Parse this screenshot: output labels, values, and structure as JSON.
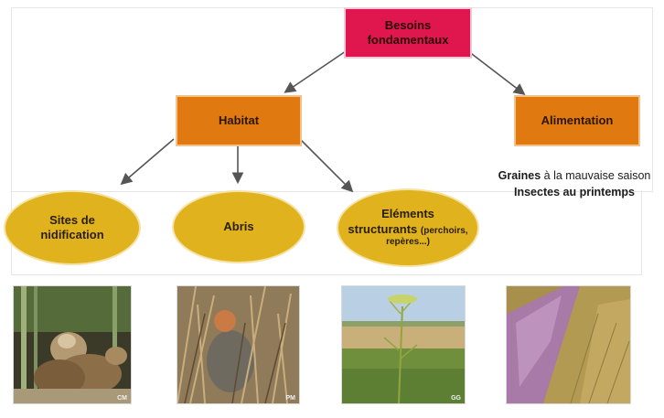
{
  "diagram": {
    "root": {
      "line1": "Besoins",
      "line2": "fondamentaux"
    },
    "habitat": "Habitat",
    "alimentation": "Alimentation",
    "sites": {
      "line1": "Sites de",
      "line2": "nidification"
    },
    "abris": "Abris",
    "elements": {
      "line1": "Eléments",
      "line2": "structurants",
      "extra1": "(perchoirs,",
      "line3": "repères...)"
    },
    "food": {
      "line1_bold": "Graines",
      "line1_rest": " à la mauvaise saison",
      "line2": "Insectes au printemps"
    }
  },
  "photos": [
    {
      "icon": "partridge-chicks-photo",
      "credit": "CM"
    },
    {
      "icon": "partridge-in-grass-photo",
      "credit": "PM"
    },
    {
      "icon": "umbellifer-field-photo",
      "credit": "GG"
    },
    {
      "icon": "flower-strip-photo",
      "credit": ""
    }
  ],
  "colors": {
    "root": "#e0174f",
    "rect": "#e07a10",
    "ellipse": "#dfb21e",
    "arrow": "#555555"
  }
}
